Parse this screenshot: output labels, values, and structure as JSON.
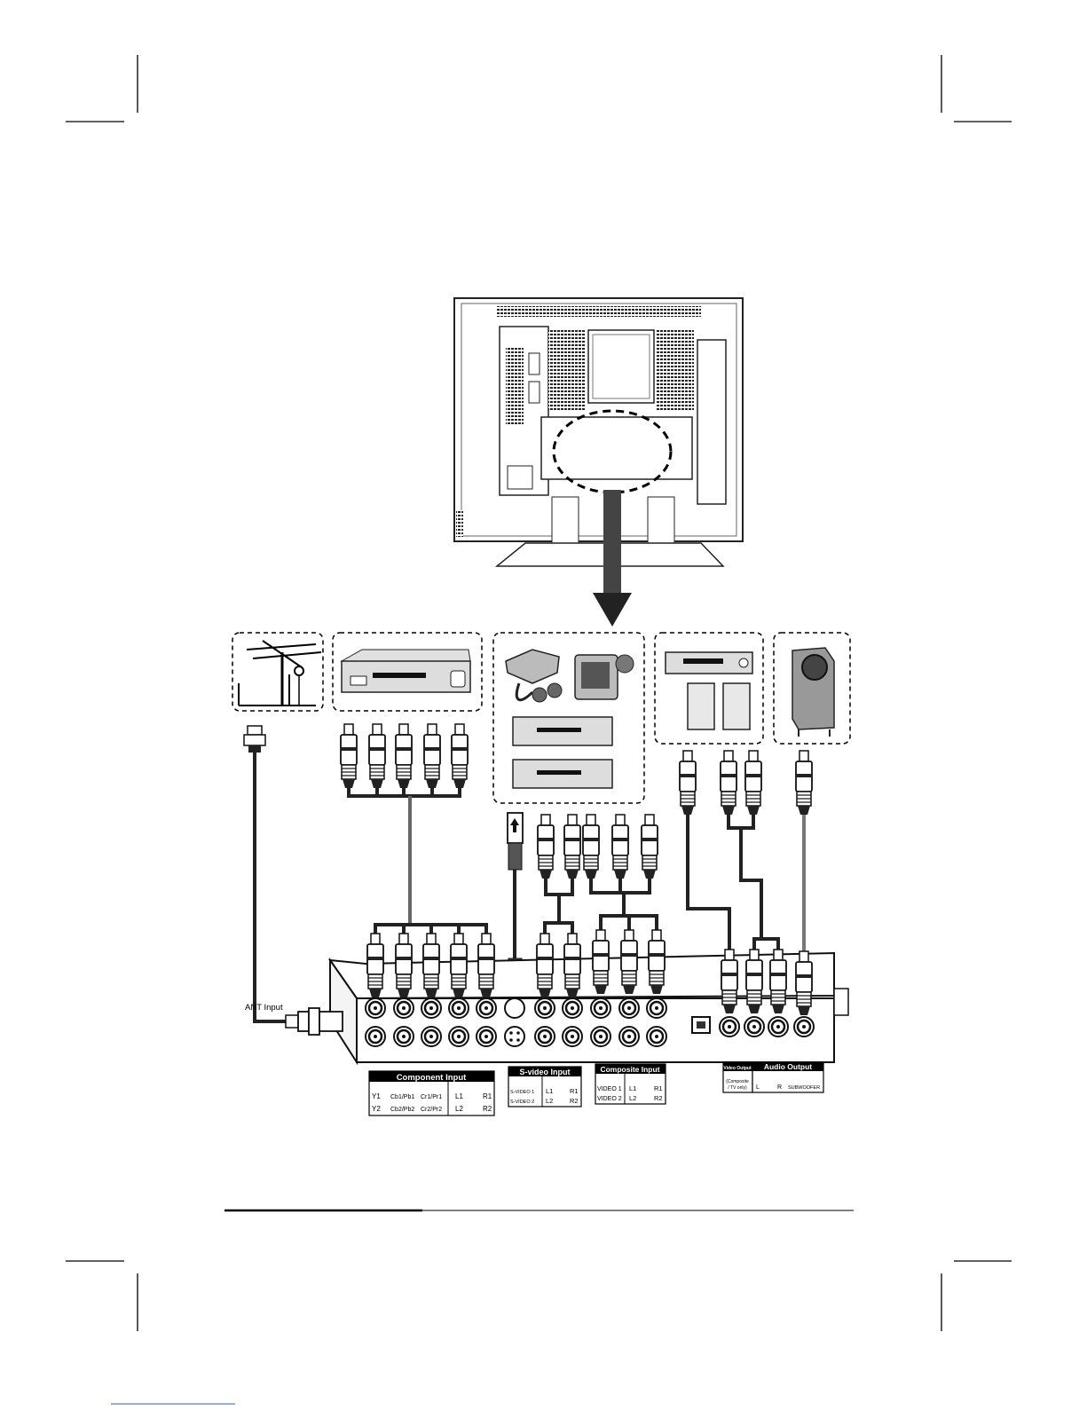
{
  "ant_label": "ANT Input",
  "component": {
    "title": "Component  Input",
    "row1": [
      "Y1",
      "Cb1/Pb1",
      "Cr1/Pr1",
      "L1",
      "R1"
    ],
    "row2": [
      "Y2",
      "Cb2/Pb2",
      "Cr2/Pr2",
      "L2",
      "R2"
    ]
  },
  "svideo": {
    "title": "S-video Input",
    "row1": [
      "S-VIDEO 1",
      "L1",
      "R1"
    ],
    "row2": [
      "S-VIDEO 2",
      "L2",
      "R2"
    ]
  },
  "composite": {
    "title": "Composite Input",
    "row1": [
      "VIDEO 1",
      "L1",
      "R1"
    ],
    "row2": [
      "VIDEO 2",
      "L2",
      "R2"
    ]
  },
  "video_output": {
    "title": "Video Output",
    "note_line1": "(Composite",
    "note_line2": "/ TV only)"
  },
  "audio_output": {
    "title": "Audio Output",
    "labels": [
      "L",
      "R",
      "SUBWOOFER"
    ]
  }
}
